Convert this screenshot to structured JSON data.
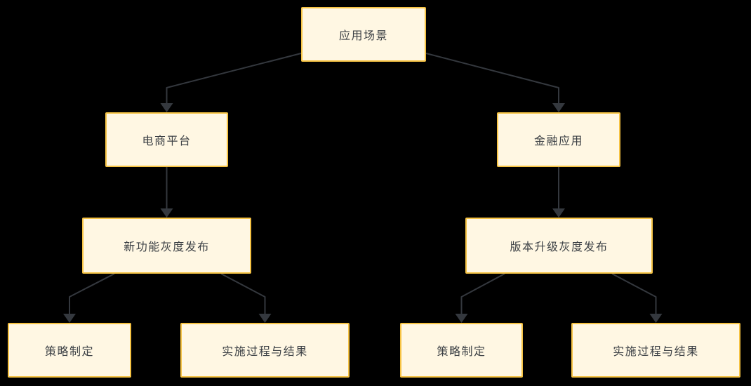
{
  "diagram": {
    "type": "flowchart",
    "direction": "top-down",
    "colors": {
      "background": "#000000",
      "node_fill": "#FFF7E3",
      "node_border": "#F6C344",
      "edge": "#34383E",
      "text": "#3C4045"
    },
    "nodes": {
      "root": {
        "label": "应用场景"
      },
      "ecommerce": {
        "label": "电商平台"
      },
      "finance": {
        "label": "金融应用"
      },
      "feature_release": {
        "label": "新功能灰度发布"
      },
      "version_release": {
        "label": "版本升级灰度发布"
      },
      "strategy_ecommerce": {
        "label": "策略制定"
      },
      "implementation_ecommerce": {
        "label": "实施过程与结果"
      },
      "strategy_finance": {
        "label": "策略制定"
      },
      "implementation_finance": {
        "label": "实施过程与结果"
      }
    },
    "edges": [
      {
        "from": "root",
        "to": "ecommerce"
      },
      {
        "from": "root",
        "to": "finance"
      },
      {
        "from": "ecommerce",
        "to": "feature_release"
      },
      {
        "from": "finance",
        "to": "version_release"
      },
      {
        "from": "feature_release",
        "to": "strategy_ecommerce"
      },
      {
        "from": "feature_release",
        "to": "implementation_ecommerce"
      },
      {
        "from": "version_release",
        "to": "strategy_finance"
      },
      {
        "from": "version_release",
        "to": "implementation_finance"
      }
    ]
  }
}
